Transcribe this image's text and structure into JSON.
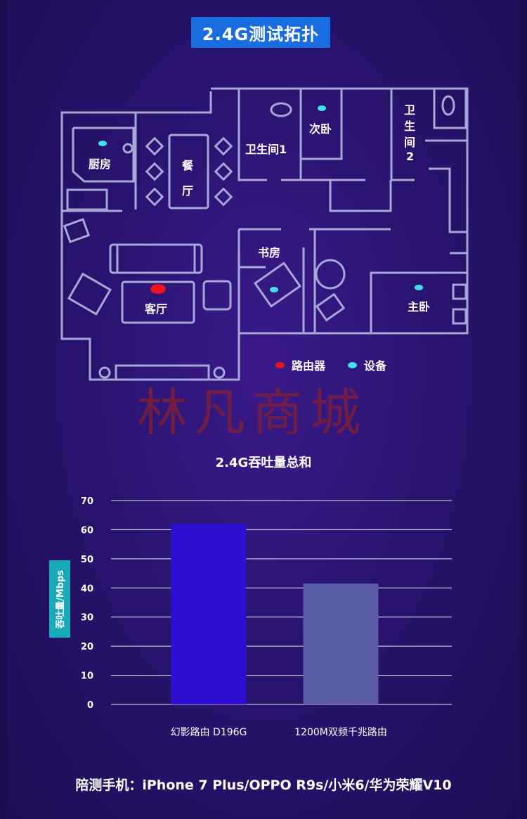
{
  "header": {
    "title": "2.4G测试拓扑"
  },
  "floorplan": {
    "rooms": {
      "kitchen": "厨房",
      "dining_1": "餐",
      "dining_2": "厅",
      "bathroom1": "卫生间1",
      "bedroom2": "次卧",
      "bathroom2_a": "卫",
      "bathroom2_b": "生",
      "bathroom2_c": "间",
      "bathroom2_d": "2",
      "study": "书房",
      "living": "客厅",
      "master": "主卧"
    },
    "legend": [
      {
        "label": "路由器",
        "color": "#e8141e"
      },
      {
        "label": "设备",
        "color": "#3fe0e8"
      }
    ],
    "colors": {
      "walls": "#a7a7d8",
      "router": "#e8141e",
      "device": "#3fe0e8"
    }
  },
  "watermark": "林凡商城",
  "chart_data": {
    "type": "bar",
    "title": "2.4G吞吐量总和",
    "ylabel": "吞吐量/Mbps",
    "xlabel": "",
    "categories": [
      "幻影路由 D196G",
      "1200M双频千兆路由"
    ],
    "values": [
      62,
      41.5
    ],
    "colors": [
      "#2e0fd2",
      "#5a5ca8"
    ],
    "ylim": [
      0,
      70
    ],
    "yticks": [
      0,
      10,
      20,
      30,
      40,
      50,
      60,
      70
    ],
    "grid": true
  },
  "footer": {
    "text": "陪测手机：iPhone 7 Plus/OPPO R9s/小米6/华为荣耀V10"
  }
}
